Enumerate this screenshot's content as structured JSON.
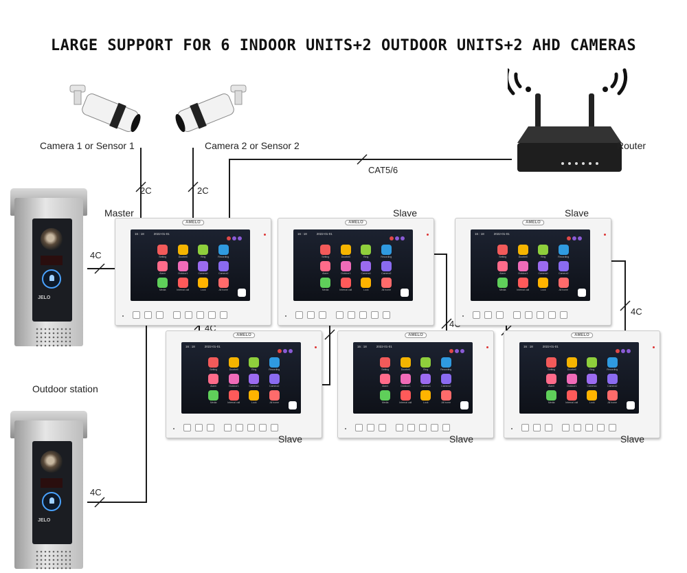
{
  "title": "LARGE SUPPORT FOR 6 INDOOR UNITS+2 OUTDOOR UNITS+2 AHD CAMERAS",
  "labels": {
    "camera1": "Camera 1 or Sensor 1",
    "camera2": "Camera 2 or Sensor 2",
    "router": "Router",
    "outdoor": "Outdoor station",
    "master": "Master",
    "slave": "Slave"
  },
  "wires": {
    "cat": "CAT5/6",
    "two": "2C",
    "four": "4C"
  },
  "monitor_screen": {
    "time": "16 : 18",
    "date": "2022-01-01",
    "brand": "AMELO",
    "apps": [
      "Setting",
      "Doorbell",
      "Ring",
      "Recording",
      "Alarm",
      "Outdoor1",
      "Camera1",
      "Camera2",
      "Media",
      "Internal call",
      "Lock",
      "All home"
    ]
  },
  "door_brand": "JELO",
  "colors": {
    "wire": "#1a1a1a",
    "app_colors": [
      "#f25a5a",
      "#f5b400",
      "#8fcf3c",
      "#2f9ae0",
      "#ff6b8a",
      "#f06bb8",
      "#9b6bf0",
      "#8a6bf0",
      "#5fcf5a",
      "#ff5a5a",
      "#ffb400",
      "#ff6b6b"
    ]
  }
}
